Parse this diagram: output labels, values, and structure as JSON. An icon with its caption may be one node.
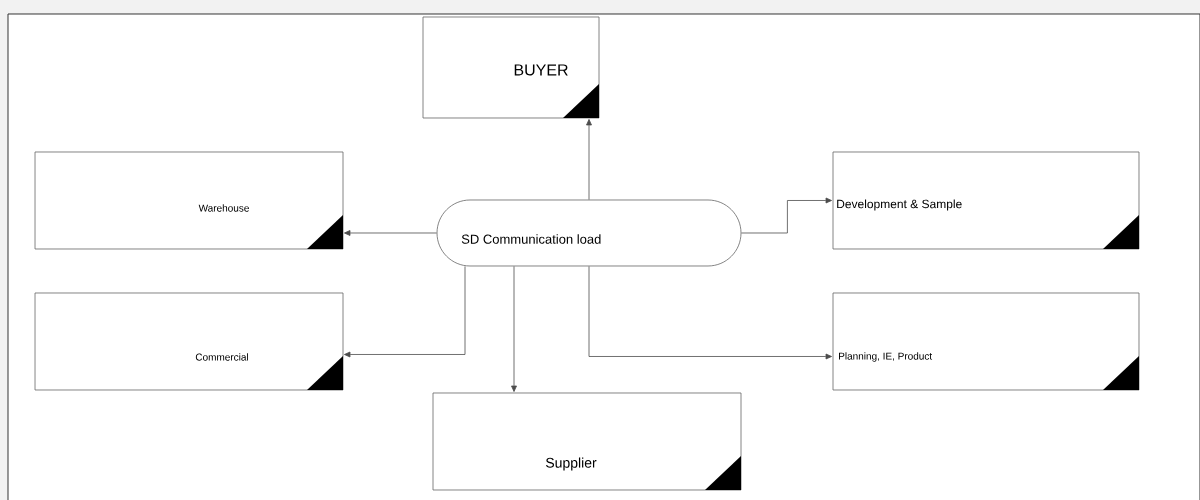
{
  "diagram": {
    "nodes": [
      {
        "text": [
          "BUYER"
        ]
      },
      {
        "text": [
          "Warehouse"
        ]
      },
      {
        "text": [
          "SD Communication load"
        ]
      },
      {
        "text": [
          "Development & Sample"
        ]
      },
      {
        "text": [
          "Commercial"
        ]
      },
      {
        "text": [
          "Supplier"
        ]
      },
      {
        "text": [
          "Planning, IE, Product"
        ]
      }
    ],
    "edges": [
      {
        "from": 2,
        "to": 0,
        "arrow": "to"
      },
      {
        "from": 2,
        "to": 1,
        "arrow": "to"
      },
      {
        "from": 2,
        "to": 3,
        "arrow": "to"
      },
      {
        "from": 2,
        "to": 4,
        "arrow": "to"
      },
      {
        "from": 2,
        "to": 5,
        "arrow": "to"
      },
      {
        "from": 2,
        "to": 6,
        "arrow": "to"
      }
    ]
  }
}
